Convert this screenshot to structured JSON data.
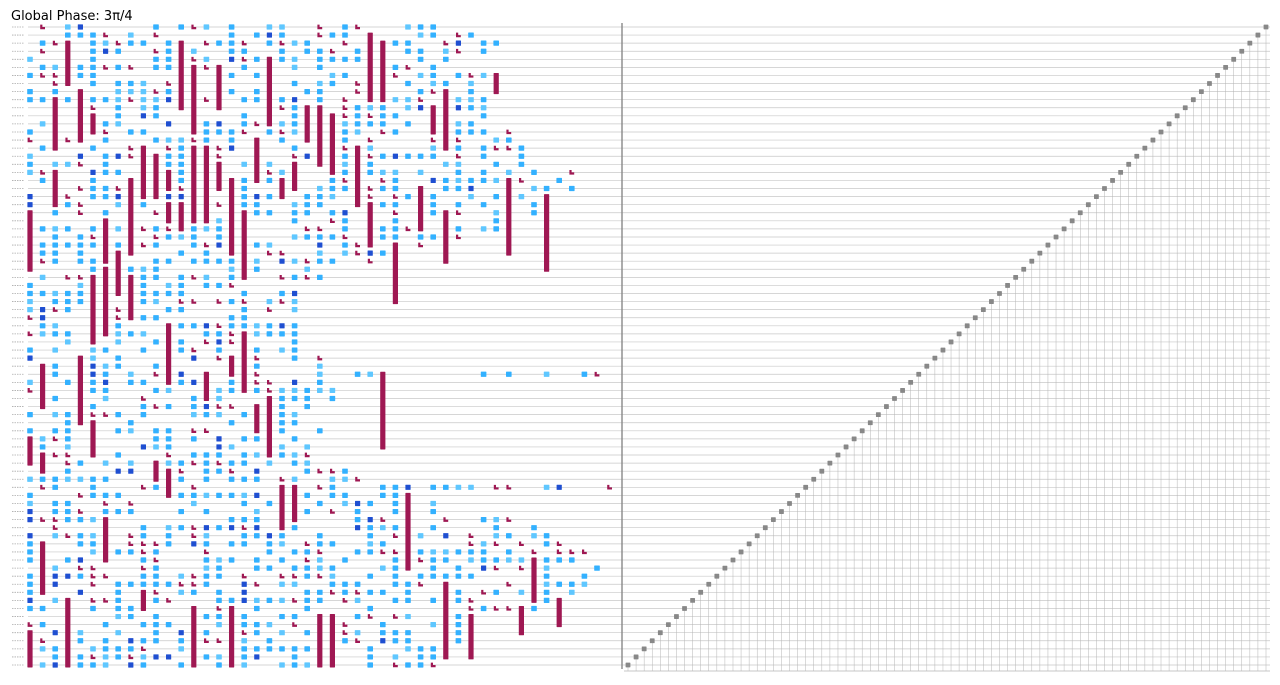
{
  "figure": {
    "global_phase_label": "Global Phase: 3π/4"
  },
  "circuit": {
    "num_qubits": 80,
    "gate_colors": {
      "single_qubit": "#33b1ff",
      "single_qubit_light": "#5fc7ff",
      "pauli": "#1f4fd1",
      "two_qubit": "#9f1853",
      "measure": "#888888",
      "wire": "#c8c8c8",
      "barrier": "#888888"
    },
    "gate_kinds": [
      "single_qubit",
      "pauli",
      "two_qubit",
      "barrier",
      "measure"
    ],
    "measure_cascade": "diagonal, one measurement per qubit after barrier"
  }
}
